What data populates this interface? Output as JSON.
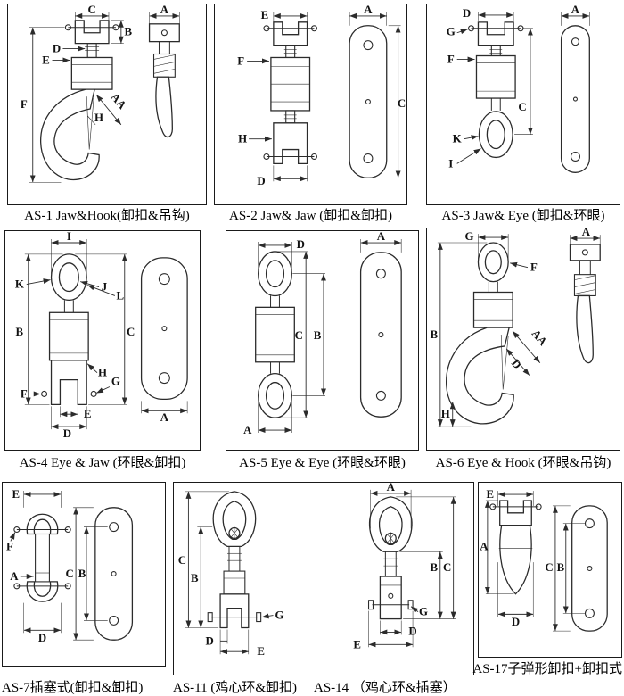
{
  "colors": {
    "line": "#2b2b2b",
    "background": "#ffffff",
    "text": "#000000"
  },
  "panels": {
    "as1": {
      "caption": "AS-1 Jaw&Hook(卸扣&吊钩)",
      "dims": {
        "c": "C",
        "b": "B",
        "d": "D",
        "e": "E",
        "f": "F",
        "aa": "AA",
        "h": "H",
        "a": "A"
      }
    },
    "as2": {
      "caption": "AS-2 Jaw& Jaw (卸扣&卸扣)",
      "dims": {
        "e": "E",
        "a": "A",
        "f": "F",
        "c": "C",
        "h": "H",
        "d": "D"
      }
    },
    "as3": {
      "caption": "AS-3 Jaw& Eye (卸扣&环眼)",
      "dims": {
        "d": "D",
        "g": "G",
        "f": "F",
        "a": "A",
        "c": "C",
        "k": "K",
        "i": "I"
      }
    },
    "as4": {
      "caption": "AS-4 Eye & Jaw (环眼&卸扣)",
      "dims": {
        "i": "I",
        "k": "K",
        "j": "J",
        "l": "L",
        "b": "B",
        "c": "C",
        "h": "H",
        "g": "G",
        "f": "F",
        "e": "E",
        "d": "D",
        "a": "A"
      }
    },
    "as5": {
      "caption": "AS-5 Eye & Eye (环眼&环眼)",
      "dims": {
        "d": "D",
        "a_top": "A",
        "c": "C",
        "b": "B",
        "a_bottom": "A"
      }
    },
    "as6": {
      "caption": "AS-6 Eye & Hook (环眼&吊钩)",
      "dims": {
        "g": "G",
        "f": "F",
        "a": "A",
        "aa": "AA",
        "d": "D",
        "b": "B",
        "h": "H"
      }
    },
    "as7": {
      "caption": "AS-7插塞式(卸扣&卸扣)",
      "dims": {
        "e": "E",
        "f": "F",
        "a": "A",
        "c": "C",
        "b": "B",
        "d": "D"
      }
    },
    "as11": {
      "caption": "AS-11 (鸡心环&卸扣)",
      "dims": {
        "c": "C",
        "b": "B",
        "d": "D",
        "g": "G",
        "e": "E"
      }
    },
    "as14": {
      "caption": "AS-14 （鸡心环&插塞）",
      "dims": {
        "a": "A",
        "b": "B",
        "c": "C",
        "g": "G",
        "d": "D",
        "e": "E"
      }
    },
    "as17": {
      "caption": "AS-17子弹形卸扣+卸扣式",
      "dims": {
        "e": "E",
        "a": "A",
        "c": "C",
        "b": "B",
        "d": "D"
      }
    }
  }
}
